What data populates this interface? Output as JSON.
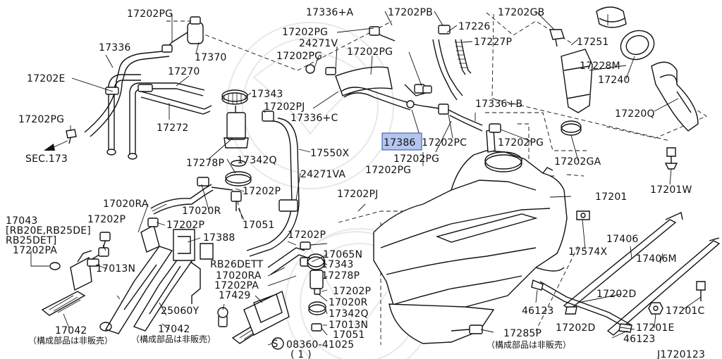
{
  "diagram": {
    "ref_id": "J1720123",
    "highlighted_part": "17386",
    "highlight_color": "#b4c6f0",
    "screw_symbol": "S",
    "labels": {
      "p17202PG_a": "17202PG",
      "p17336_plus_A": "17336+A",
      "p17202PB": "17202PB",
      "p17202GB": "17202GB",
      "p17226": "17226",
      "p17202PG_b": "17202PG",
      "p24271V": "24271V",
      "p17202PG_c": "17202PG",
      "p17202PG_d": "17202PG",
      "p17227P": "17227P",
      "p17251": "17251",
      "p17336": "17336",
      "p17370": "17370",
      "p17228M": "17228M",
      "p17202E": "17202E",
      "p17270": "17270",
      "p17240": "17240",
      "p17343_a": "17343",
      "p17336_plus_C": "17336+C",
      "p17336_plus_B": "17336+B",
      "p17202PG_e": "17202PG",
      "p17202PJ_a": "17202PJ",
      "p17272": "17272",
      "p17220Q": "17220Q",
      "p17386": "17386",
      "p17202PC": "17202PC",
      "p17202PG_f": "17202PG",
      "p17550X": "17550X",
      "sec173": "SEC.173",
      "p17202PG_g": "17202PG",
      "p17278P_a": "17278P",
      "p17342Q_a": "17342Q",
      "p17202GA": "17202GA",
      "p24271VA": "24271VA",
      "p17202PG_h": "17202PG",
      "p17202P_a": "17202P",
      "p17201W": "17201W",
      "p17202PJ_b": "17202PJ",
      "p17020RA_a": "17020RA",
      "p17201": "17201",
      "p17020R_a": "17020R",
      "p17043": "17043",
      "p17202P_b": "17202P",
      "p17051_a": "17051",
      "p17406": "17406",
      "rb_variant_1": "[RB20E,RB25DE]",
      "p17202P_c": "17202P",
      "p17388": "17388",
      "p17202P_d": "17202P",
      "rb_variant_2": "RB25DET]",
      "p17574X": "17574X",
      "p17202PA_a": "17202PA",
      "p17065N": "17065N",
      "p17406M": "17406M",
      "p17013N_a": "17013N",
      "rb26dett": "RB26DETT",
      "p17343_b": "17343",
      "p17020RA_b": "17020RA",
      "p17278P_b": "17278P",
      "p17202PA_b": "17202PA",
      "p17202D_a": "17202D",
      "p17429": "17429",
      "p17202P_e": "17202P",
      "p25060Y": "25060Y",
      "p17020R_b": "17020R",
      "p46123_a": "46123",
      "p17201C": "17201C",
      "p17342Q_b": "17342Q",
      "p17042_a": "17042",
      "p17042_b": "17042",
      "p17013N_b": "17013N",
      "p17202D_b": "17202D",
      "p17201E": "17201E",
      "p17285P": "17285P",
      "p17051_b": "17051",
      "p46123_b": "46123",
      "p08360_41025": "08360-41025",
      "qty_1": "( 1 )",
      "not_sold_1": "（構成部品は非販売）",
      "not_sold_2": "（構成部品は非販売）",
      "not_sold_3": "（構成部品は非販売）"
    }
  }
}
